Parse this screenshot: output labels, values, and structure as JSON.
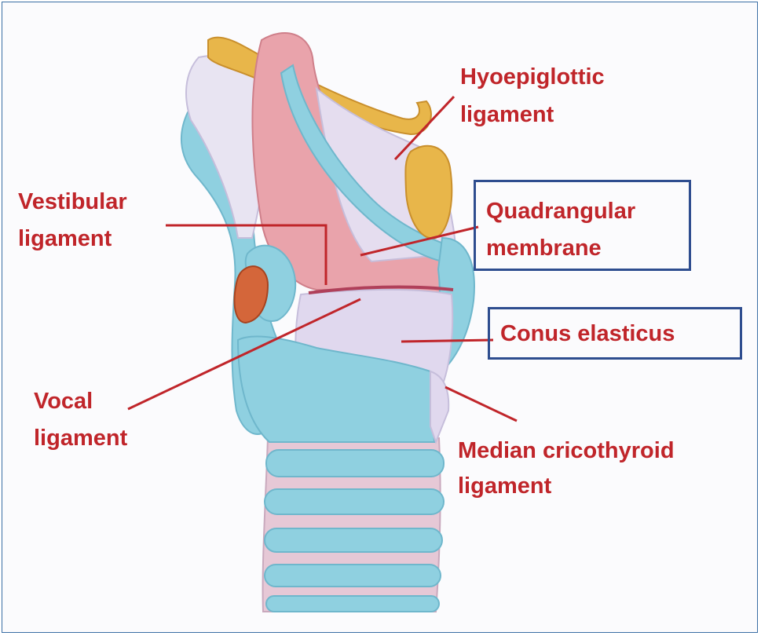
{
  "labels": {
    "hyoepiglottic_1": "Hyoepiglottic",
    "hyoepiglottic_2": "ligament",
    "vestibular_1": "Vestibular",
    "vestibular_2": "ligament",
    "quadrangular_1": "Quadrangular",
    "quadrangular_2": "membrane",
    "conus": "Conus elasticus",
    "vocal_1": "Vocal",
    "vocal_2": "ligament",
    "median_1": "Median cricothyroid",
    "median_2": "ligament"
  },
  "colors": {
    "label_text": "#c0252a",
    "leader_line": "#c0252a",
    "highlight_box": "#2e4d8f",
    "cartilage_blue": "#8fd0e0",
    "membrane_pink": "#e9a3ab",
    "ligament_lilac": "#d9d2ea",
    "fat_yellow": "#e8b64a",
    "arytenoid_orange": "#d4663a"
  }
}
